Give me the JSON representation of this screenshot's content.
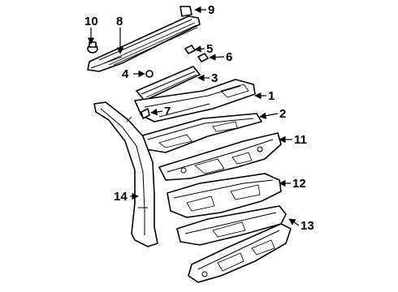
{
  "callouts": [
    {
      "label": "1"
    },
    {
      "label": "2"
    },
    {
      "label": "3"
    },
    {
      "label": "4"
    },
    {
      "label": "5"
    },
    {
      "label": "6"
    },
    {
      "label": "7"
    },
    {
      "label": "8"
    },
    {
      "label": "9"
    },
    {
      "label": "10"
    },
    {
      "label": "11"
    },
    {
      "label": "12"
    },
    {
      "label": "13"
    },
    {
      "label": "14"
    }
  ]
}
